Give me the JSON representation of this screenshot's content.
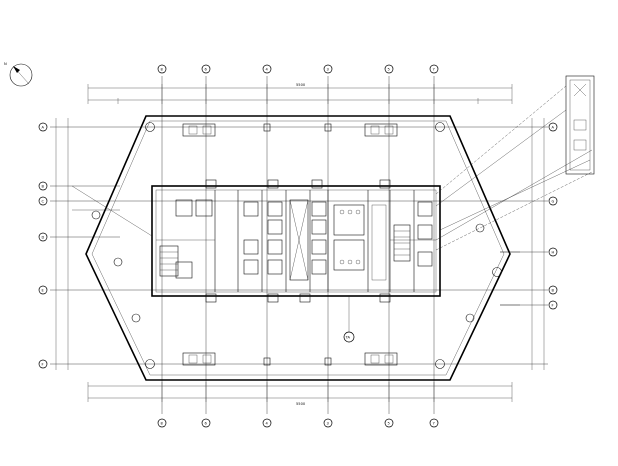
{
  "north_label": "N",
  "col_axes": [
    "8",
    "6",
    "4",
    "3",
    "5",
    "7"
  ],
  "row_axes_left": [
    "A",
    "B",
    "C",
    "D",
    "E",
    "F"
  ],
  "row_axes_right": [
    "A",
    "G",
    "H",
    "B",
    "F"
  ],
  "top_overall_dim": "5500",
  "bottom_overall_dim": "5500",
  "center_marker": "TA"
}
